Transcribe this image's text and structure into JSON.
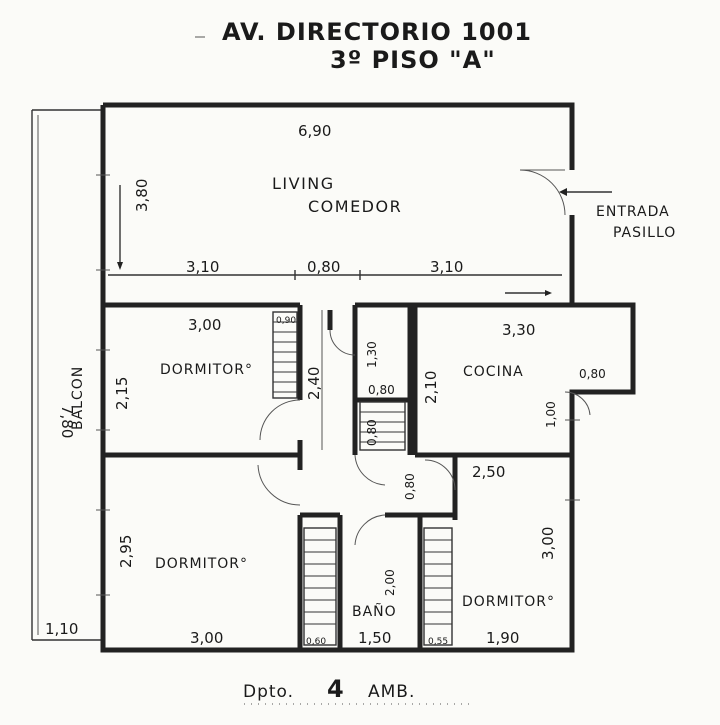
{
  "title": {
    "line1": "AV. DIRECTORIO 1001",
    "line2": "3º PISO \"A\""
  },
  "rooms": {
    "living": "LIVING",
    "comedor": "COMEDOR",
    "dormitorio_1": "DORMITOR°",
    "dormitorio_2": "DORMITOR°",
    "dormitorio_3": "DORMITOR°",
    "cocina": "COCINA",
    "bano": "BAÑO",
    "balcon": "BALCON"
  },
  "entrance": {
    "line1": "ENTRADA",
    "line2": "PASILLO"
  },
  "dimensions": {
    "living_width": "6,90",
    "living_depth": "3,80",
    "living_seg_left": "3,10",
    "living_seg_mid": "0,80",
    "living_seg_right": "3,10",
    "dorm1_width": "3,00",
    "dorm1_closet": "0,90",
    "dorm1_depth": "2,15",
    "hall_length": "2,40",
    "hall_room_depth": "1,30",
    "hall_room_width": "0,80",
    "hall_closet": "0,80",
    "cocina_width": "3,30",
    "cocina_depth": "2,10",
    "cocina_notch_width": "0,80",
    "cocina_notch_depth": "1,00",
    "hall_passage": "0,80",
    "dorm3_top_width": "2,50",
    "dorm3_depth": "3,00",
    "dorm2_depth": "2,95",
    "dorm2_width": "3,00",
    "dorm2_closet": "0,60",
    "bano_depth": "2,00",
    "bano_width": "1,50",
    "dorm3_closet": "0,55",
    "dorm3_width": "1,90",
    "balcon_length": "7,80",
    "balcon_width": "1,10"
  },
  "footer": {
    "prefix": "Dpto.",
    "number": "4",
    "suffix": "AMB."
  }
}
